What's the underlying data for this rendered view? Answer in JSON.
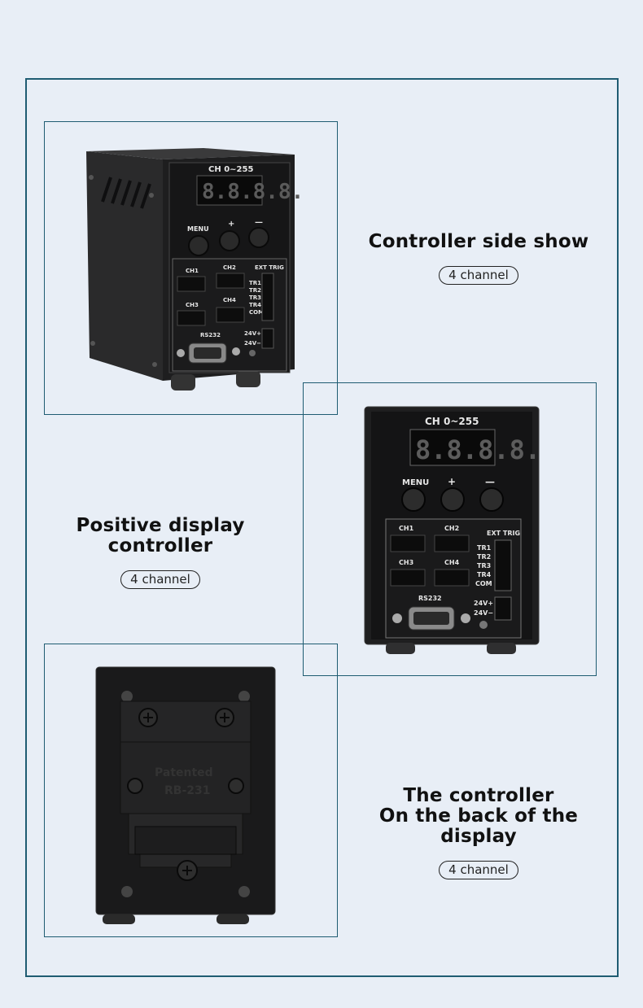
{
  "sections": [
    {
      "title": "Controller side show",
      "badge": "4 channel"
    },
    {
      "title": "Positive display controller",
      "badge": "4 channel"
    },
    {
      "title_line1": "The controller",
      "title_line2": "On the back of the display",
      "badge": "4 channel"
    }
  ],
  "device": {
    "header": "CH  0~255",
    "display": "8.8.8.8.",
    "buttons": [
      "MENU",
      "+",
      "—"
    ],
    "channels": [
      "CH1",
      "CH2",
      "CH3",
      "CH4"
    ],
    "ext_trig": "EXT TRIG",
    "triggers": [
      "TR1",
      "TR2",
      "TR3",
      "TR4",
      "COM"
    ],
    "power": [
      "24V+",
      "24V−"
    ],
    "serial": "RS232"
  },
  "back_plate": {
    "text_line1": "Patented",
    "text_line2": "RB-231"
  }
}
